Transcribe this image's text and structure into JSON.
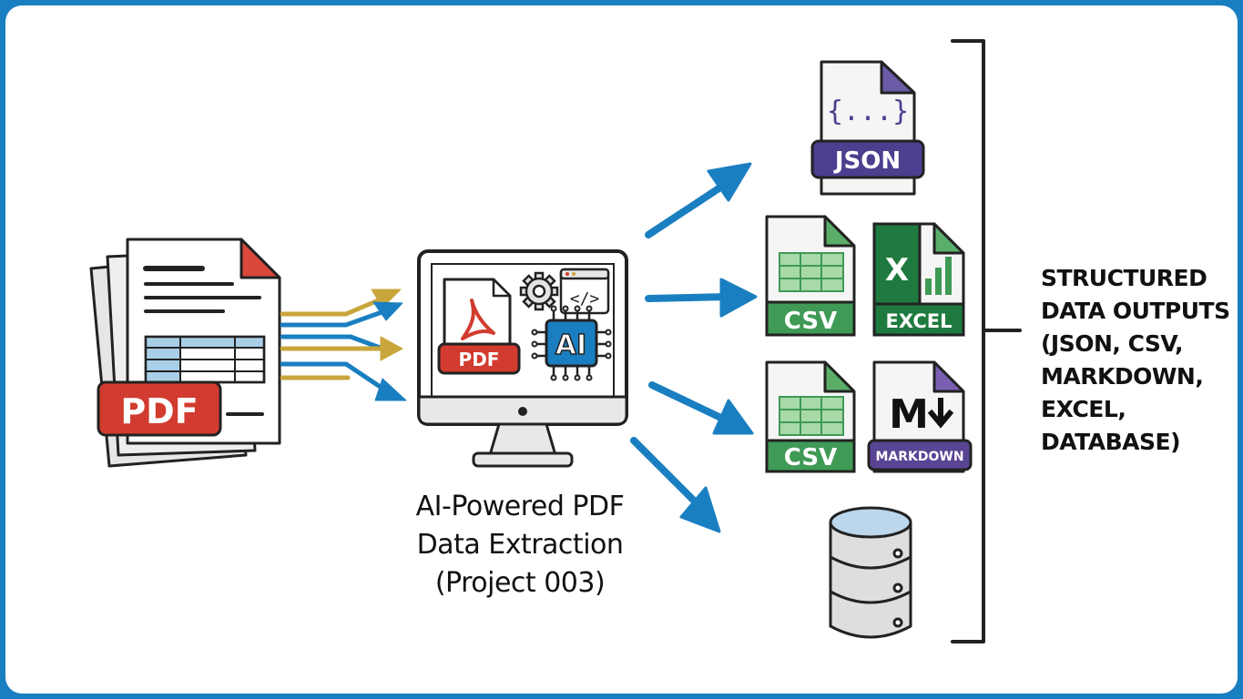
{
  "caption": {
    "line1": "AI-Powered PDF",
    "line2": "Data Extraction",
    "line3": "(Project 003)"
  },
  "outputs_label": {
    "line1": "STRUCTURED",
    "line2": "DATA OUTPUTS",
    "line3": "(JSON, CSV,",
    "line4": "MARKDOWN,",
    "line5": "EXCEL,",
    "line6": "DATABASE)"
  },
  "badges": {
    "source_pdf": "PDF",
    "monitor_pdf": "PDF",
    "ai_chip": "AI",
    "code_symbol": "</>",
    "json_braces": "{...}",
    "json": "JSON",
    "csv_top": "CSV",
    "excel": "EXCEL",
    "excel_x": "X",
    "csv_bottom": "CSV",
    "markdown": "MARKDOWN",
    "markdown_m": "M"
  },
  "colors": {
    "accent_blue": "#1a7fc1",
    "pdf_red": "#d23b2f",
    "gold_arrow": "#c9a63c",
    "json_purple": "#4b3f8f",
    "csv_green": "#3f9a55",
    "excel_green": "#1f7a3f",
    "markdown_purple": "#5a4494"
  }
}
